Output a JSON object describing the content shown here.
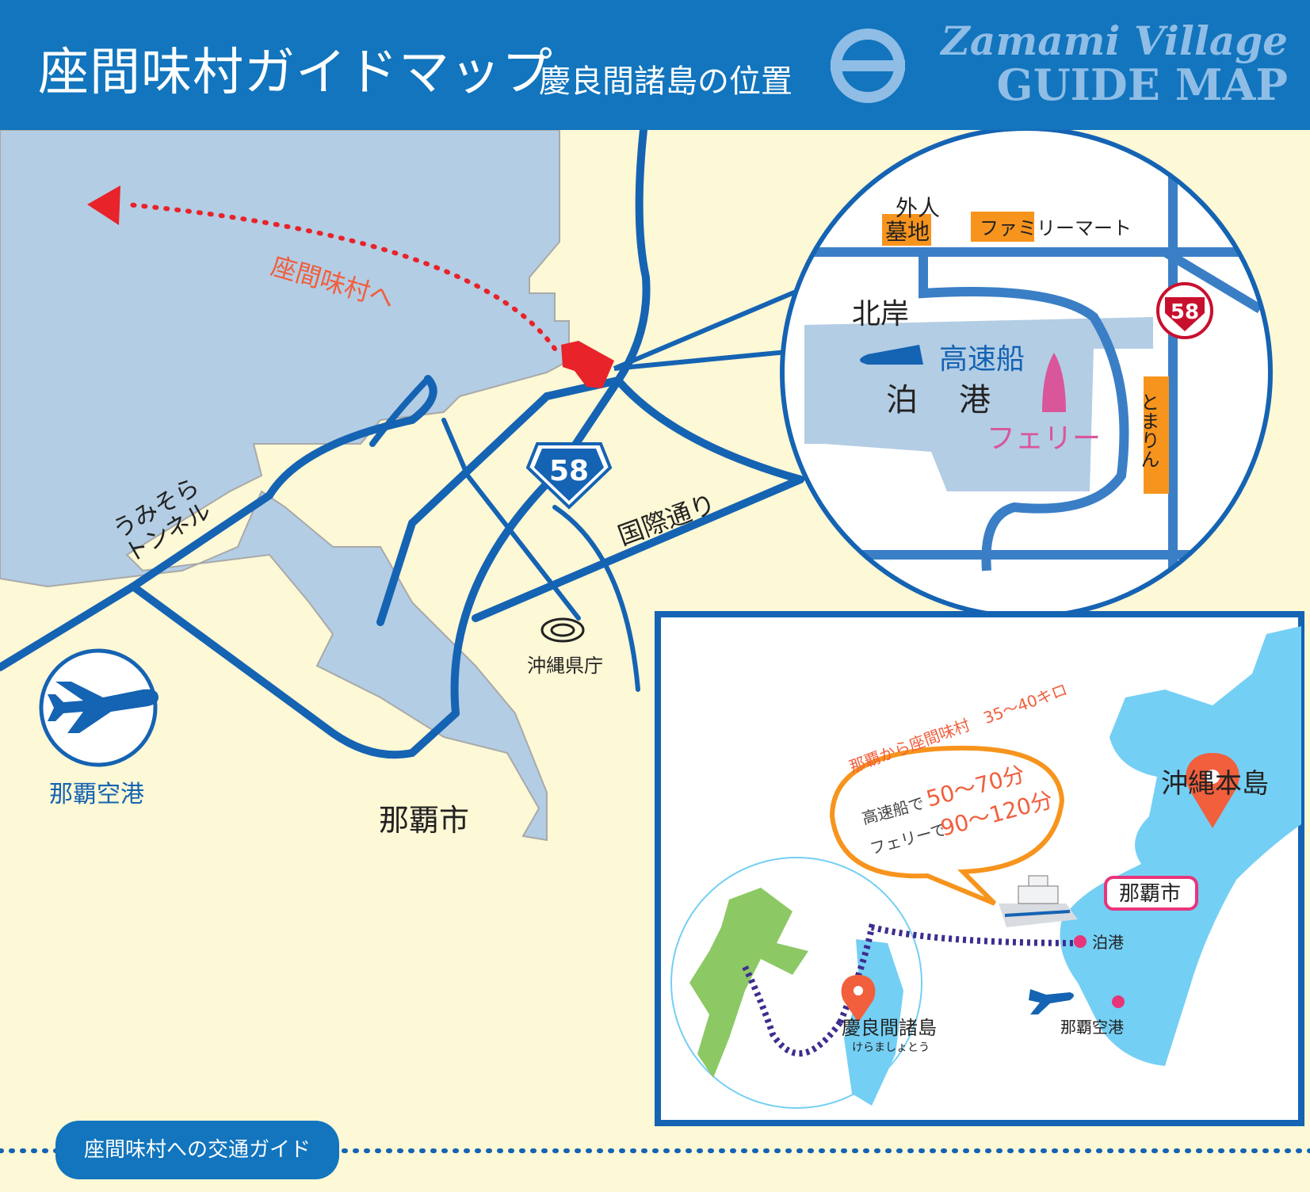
{
  "header": {
    "title": "座間味村ガイドマップ",
    "subtitle": "慶良間諸島の位置",
    "logo_line1": "Zamami Village",
    "logo_line2": "GUIDE MAP"
  },
  "main_map": {
    "route_label": "座間味村へ",
    "tunnel_label_1": "うみそら",
    "tunnel_label_2": "トンネル",
    "route_shield": "58",
    "street_label": "国際通り",
    "landmark_label": "沖縄県庁",
    "airport_label": "那覇空港",
    "city_label": "那覇市"
  },
  "detail_inset": {
    "label_1": "外人",
    "label_2": "墓地",
    "store": "ファミリーマート",
    "area": "北岸",
    "route_shield": "58",
    "fast_boat": "高速船",
    "port_1": "泊",
    "port_2": "港",
    "ferry": "フェリー",
    "hotel": "とまりん"
  },
  "region_inset": {
    "distance_label": "那覇から座間味村　35〜40キロ",
    "fast_prefix": "高速船で",
    "fast_time": "50〜70分",
    "ferry_prefix": "フェリーで",
    "ferry_time": "90〜120分",
    "main_island": "沖縄本島",
    "naha_city": "那覇市",
    "port": "泊港",
    "airport": "那覇空港",
    "kerama_name": "慶良間諸島",
    "kerama_reading": "けらましょとう"
  },
  "footer": {
    "button_label": "座間味村への交通ガイド"
  },
  "colors": {
    "header": "#1275bd",
    "land": "#fdf8d5",
    "sea": "#b3cde4",
    "road": "#1563b3",
    "route": "#e8232a",
    "orange": "#f7941d",
    "ferry": "#d9569a",
    "region_sea": "#74cff4",
    "kerama": "#8cc864"
  },
  "icons": [
    "airplane-icon",
    "village-logo-icon",
    "map-pin-icon",
    "ferry-ship-icon",
    "boat-icon",
    "government-office-icon"
  ]
}
